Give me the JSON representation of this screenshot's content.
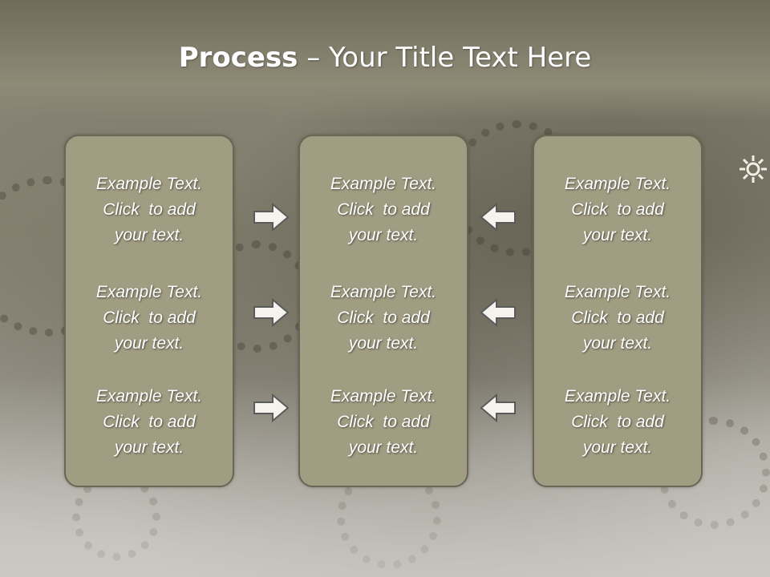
{
  "slide": {
    "title_bold": "Process",
    "title_rest": " – Your Title Text Here"
  },
  "columns": [
    {
      "items": [
        {
          "line1": "Example Text.",
          "line2": "Click  to add",
          "line3": "your text."
        },
        {
          "line1": "Example Text.",
          "line2": "Click  to add",
          "line3": "your text."
        },
        {
          "line1": "Example Text.",
          "line2": "Click  to add",
          "line3": "your text."
        }
      ]
    },
    {
      "items": [
        {
          "line1": "Example Text.",
          "line2": "Click  to add",
          "line3": "your text."
        },
        {
          "line1": "Example Text.",
          "line2": "Click  to add",
          "line3": "your text."
        },
        {
          "line1": "Example Text.",
          "line2": "Click  to add",
          "line3": "your text."
        }
      ]
    },
    {
      "items": [
        {
          "line1": "Example Text.",
          "line2": "Click  to add",
          "line3": "your text."
        },
        {
          "line1": "Example Text.",
          "line2": "Click  to add",
          "line3": "your text."
        },
        {
          "line1": "Example Text.",
          "line2": "Click  to add",
          "line3": "your text."
        }
      ]
    }
  ],
  "arrows": {
    "left_group": "right-arrow-icon",
    "right_group": "left-arrow-icon"
  },
  "colors": {
    "panel_fill": "#a19d83",
    "panel_border": "#6a6656",
    "title_band": "#8e8a76",
    "text": "#ffffff"
  }
}
